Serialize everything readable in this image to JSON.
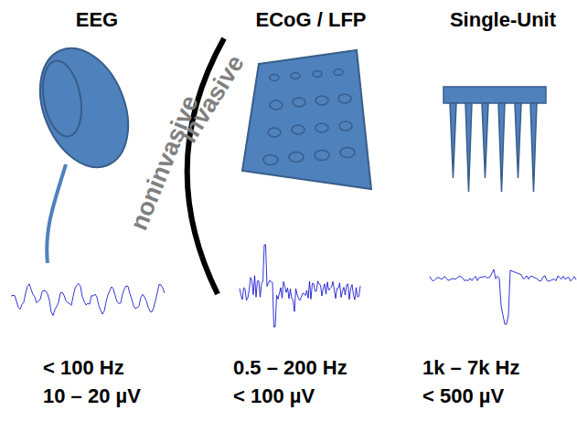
{
  "diagram": {
    "labels": [
      "EEG",
      "ECoG / LFP",
      "Single-Unit",
      "noninvasive",
      "invasive",
      "< 100 Hz",
      "10 – 20 µV",
      "0.5 – 200 Hz",
      "< 100 µV",
      "1k – 7k Hz",
      "< 500 µV"
    ]
  }
}
